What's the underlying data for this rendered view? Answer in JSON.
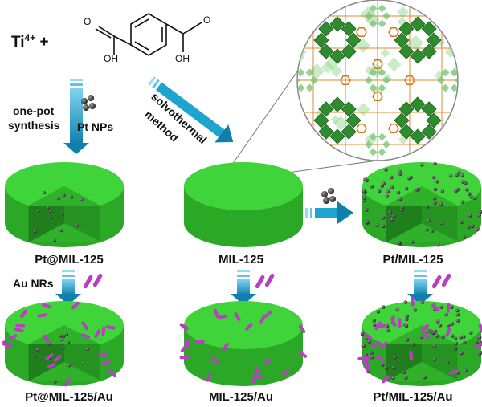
{
  "reactants": {
    "metal_ion": "Ti",
    "metal_charge": "4+",
    "plus": "+",
    "linker_atoms": {
      "o": "O",
      "oh": "OH"
    }
  },
  "routes": {
    "one_pot": {
      "line1": "one-pot",
      "line2": "synthesis",
      "reagent": "Pt NPs"
    },
    "solvothermal": {
      "line1": "solvothermal",
      "line2": "method"
    },
    "au": {
      "reagent": "Au NRs"
    }
  },
  "materials": {
    "pt_at_mil": "Pt@MIL-125",
    "mil": "MIL-125",
    "pt_on_mil": "Pt/MIL-125",
    "pt_at_mil_au": "Pt@MIL-125/Au",
    "mil_au": "MIL-125/Au",
    "pt_on_mil_au": "Pt/MIL-125/Au"
  },
  "colors": {
    "cylinder_top": "#3fd43a",
    "cylinder_side": "#2aa826",
    "cylinder_inner": "#1f7f1c",
    "arrow": "#1fa3cf",
    "pt_particle": "#3a3a3a",
    "au_rod": "#b83fc0",
    "framework_green": "#2e8b2e",
    "linker_orange": "#d87a1a"
  }
}
